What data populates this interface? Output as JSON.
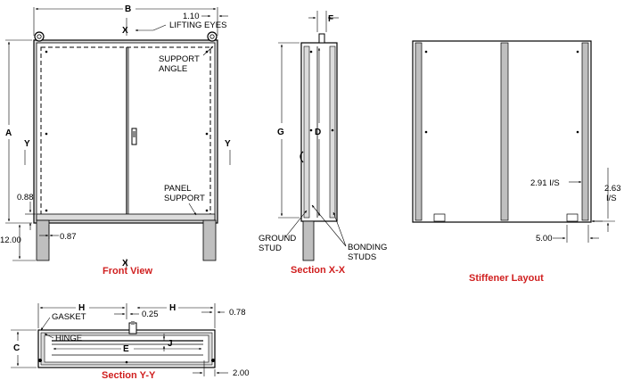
{
  "front_view": {
    "caption": "Front View",
    "dim_b": "B",
    "dim_a": "A",
    "dim_1_10": "1.10",
    "dim_0_88": "0.88",
    "dim_0_87": "0.87",
    "dim_12_00": "12.00",
    "section_x": "X",
    "section_y": "Y",
    "lifting_eyes": "LIFTING EYES",
    "support_angle_1": "SUPPORT",
    "support_angle_2": "ANGLE",
    "panel_support_1": "PANEL",
    "panel_support_2": "SUPPORT"
  },
  "section_xx": {
    "caption": "Section X-X",
    "dim_f": "F",
    "dim_g": "G",
    "dim_d": "D",
    "ground_stud_1": "GROUND",
    "ground_stud_2": "STUD",
    "bonding_studs_1": "BONDING",
    "bonding_studs_2": "STUDS"
  },
  "stiffener_layout": {
    "caption": "Stiffener Layout",
    "dim_2_91": "2.91 I/S",
    "dim_2_63_a": "2.63",
    "dim_2_63_b": "I/S",
    "dim_5_00": "5.00"
  },
  "section_yy": {
    "caption": "Section Y-Y",
    "dim_h_left": "H",
    "dim_h_right": "H",
    "dim_0_25": "0.25",
    "dim_0_78": "0.78",
    "dim_c": "C",
    "dim_e": "E",
    "dim_j": "J",
    "dim_2_00": "2.00",
    "gasket": "GASKET",
    "hinge": "HINGE"
  }
}
